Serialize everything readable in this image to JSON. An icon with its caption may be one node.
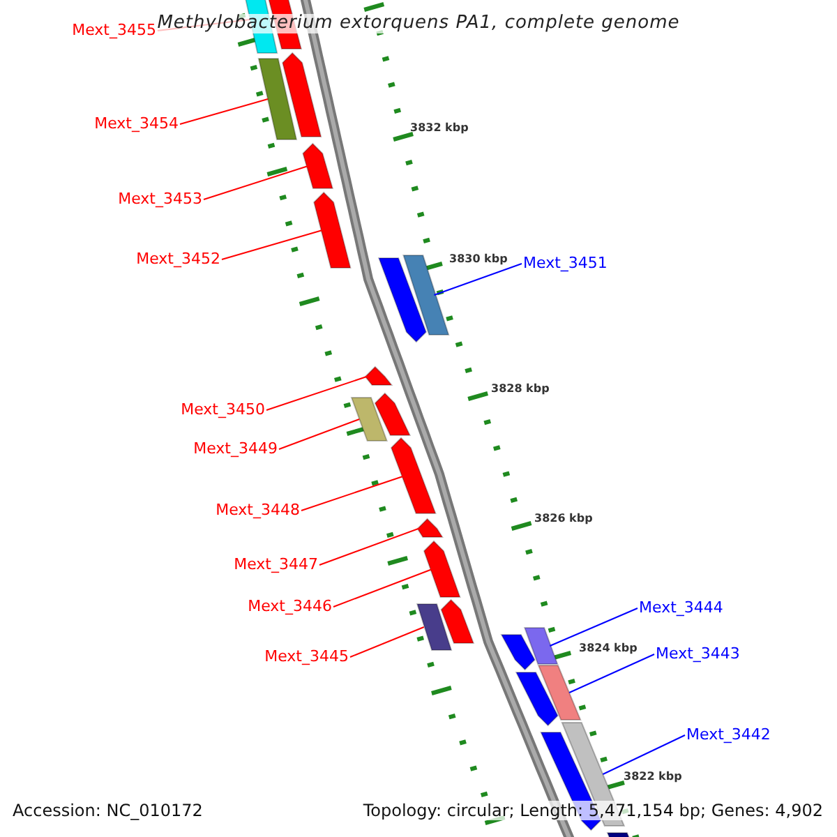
{
  "diagram": {
    "title": "Methylobacterium extorquens PA1, complete genome",
    "nodes": [
      {
        "text": [
          "Mext_3455"
        ]
      },
      {
        "text": [
          "Mext_3454"
        ]
      },
      {
        "text": [
          "Mext_3453"
        ]
      },
      {
        "text": [
          "Mext_3452"
        ]
      },
      {
        "text": [
          "Mext_3451"
        ]
      },
      {
        "text": [
          "Mext_3450"
        ]
      },
      {
        "text": [
          "Mext_3449"
        ]
      },
      {
        "text": [
          "Mext_3448"
        ]
      },
      {
        "text": [
          "Mext_3447"
        ]
      },
      {
        "text": [
          "Mext_3446"
        ]
      },
      {
        "text": [
          "Mext_3445"
        ]
      },
      {
        "text": [
          "Mext_3444"
        ]
      },
      {
        "text": [
          "Mext_3443"
        ]
      },
      {
        "text": [
          "Mext_3442"
        ]
      },
      {
        "text": [],
        "shape": "bar"
      },
      {
        "text": [],
        "shape": "arrow"
      },
      {
        "text": [],
        "shape": "arrow"
      },
      {
        "text": [],
        "shape": "bar"
      },
      {
        "text": [],
        "shape": "arrow"
      },
      {
        "text": [],
        "shape": "arrow"
      },
      {
        "text": [],
        "shape": "bar"
      },
      {
        "text": [],
        "shape": "arrow"
      },
      {
        "text": [],
        "shape": "arrow"
      },
      {
        "text": [],
        "shape": "arrow"
      },
      {
        "text": [],
        "shape": "bar"
      },
      {
        "text": [],
        "shape": "arrow"
      },
      {
        "text": [],
        "shape": "arrow"
      },
      {
        "text": [],
        "shape": "arrow"
      },
      {
        "text": [],
        "shape": "arrow"
      },
      {
        "text": [],
        "shape": "bar"
      },
      {
        "text": [],
        "shape": "bar"
      },
      {
        "text": [],
        "shape": "arrow"
      },
      {
        "text": [],
        "shape": "bar"
      },
      {
        "text": [],
        "shape": "arrow"
      },
      {
        "text": [],
        "shape": "bar"
      },
      {
        "text": [],
        "shape": "arrow"
      },
      {
        "text": [],
        "shape": "bar"
      }
    ],
    "edges": [
      {
        "from": 0,
        "to": 14,
        "arrow": "none"
      },
      {
        "from": 1,
        "to": 17,
        "arrow": "none"
      },
      {
        "from": 2,
        "to": 18,
        "arrow": "none"
      },
      {
        "from": 3,
        "to": 19,
        "arrow": "none"
      },
      {
        "from": 4,
        "to": 20,
        "arrow": "none",
        "color": "#0000ff"
      },
      {
        "from": 5,
        "to": 22,
        "arrow": "none"
      },
      {
        "from": 6,
        "to": 24,
        "arrow": "none"
      },
      {
        "from": 7,
        "to": 25,
        "arrow": "none"
      },
      {
        "from": 8,
        "to": 26,
        "arrow": "none"
      },
      {
        "from": 9,
        "to": 27,
        "arrow": "none"
      },
      {
        "from": 10,
        "to": 29,
        "arrow": "none"
      },
      {
        "from": 11,
        "to": 30,
        "arrow": "none",
        "color": "#0000ff"
      },
      {
        "from": 12,
        "to": 32,
        "arrow": "none",
        "color": "#0000ff"
      },
      {
        "from": 13,
        "to": 34,
        "arrow": "none",
        "color": "#0000ff"
      }
    ],
    "labels": [
      "3832 kbp",
      "3830 kbp",
      "3828 kbp",
      "3826 kbp",
      "3824 kbp",
      "3822 kbp",
      "Accession: NC_010172",
      "Topology: circular; Length: 5,471,154 bp; Genes: 4,902"
    ]
  }
}
